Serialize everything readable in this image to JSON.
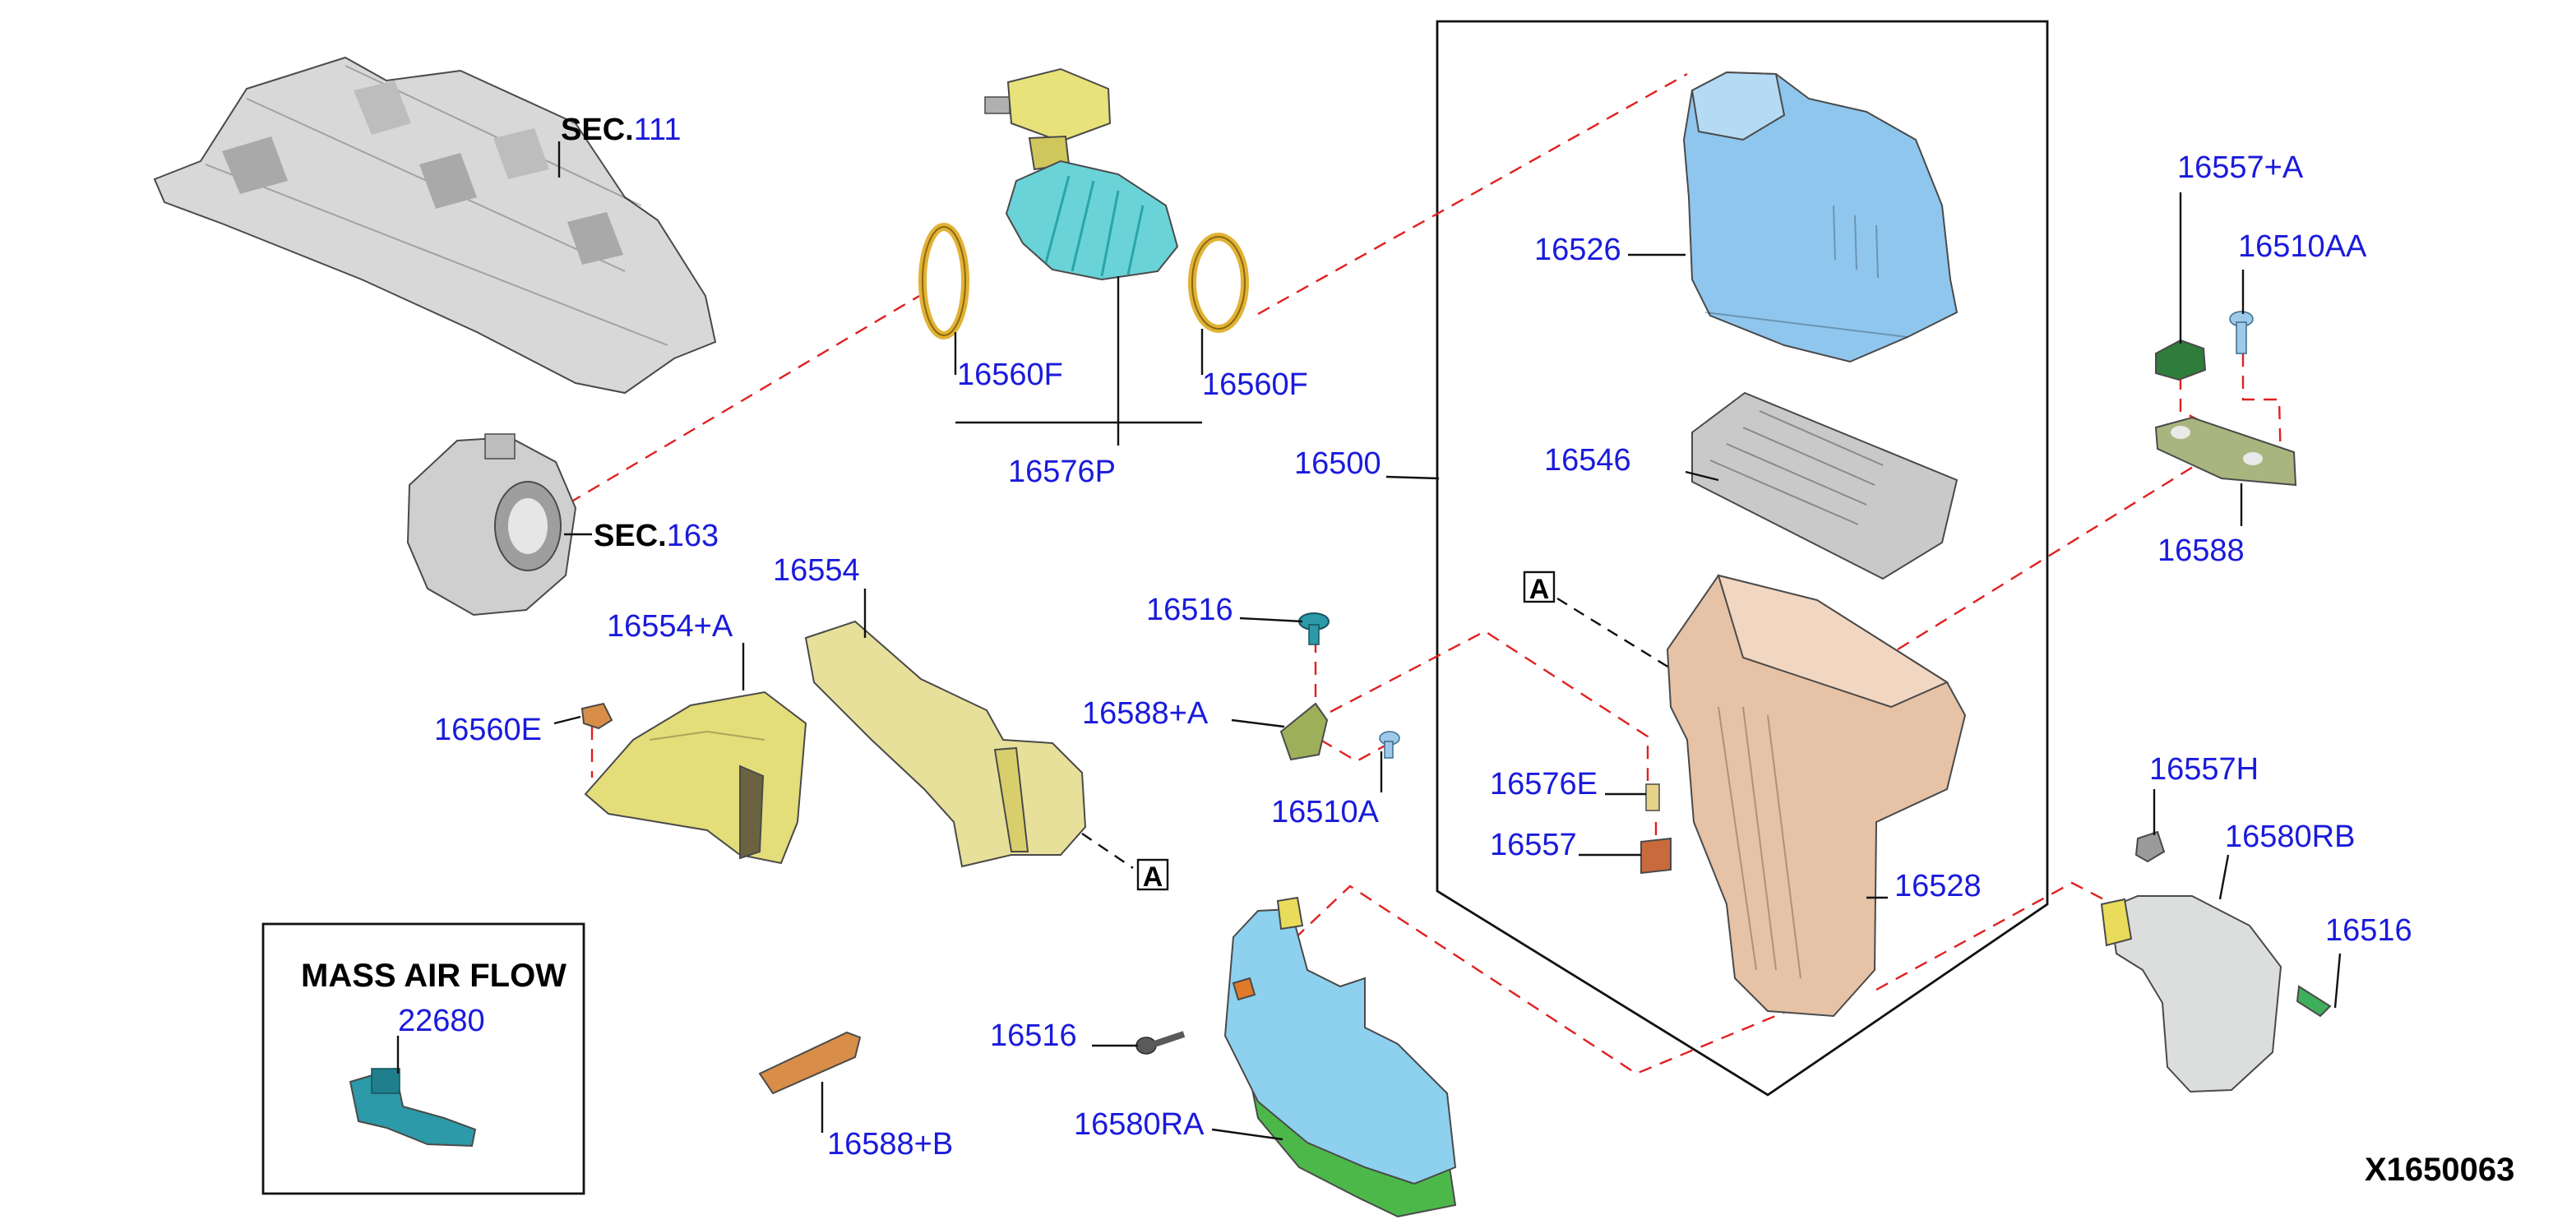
{
  "diagram_id": "X1650063",
  "references": [
    {
      "prefix": "SEC.",
      "number": "111"
    },
    {
      "prefix": "SEC.",
      "number": "163"
    }
  ],
  "callout_letter": "A",
  "inset": {
    "title": "MASS AIR FLOW",
    "part": "22680"
  },
  "parts": {
    "p16560F_left": "16560F",
    "p16560F_right": "16560F",
    "p16576P": "16576P",
    "p16526": "16526",
    "p16546": "16546",
    "p16500": "16500",
    "p16528": "16528",
    "p16576E": "16576E",
    "p16557": "16557",
    "p16554": "16554",
    "p16554A": "16554+A",
    "p16560E": "16560E",
    "p16516_top": "16516",
    "p16588A": "16588+A",
    "p16510A": "16510A",
    "p16557A": "16557+A",
    "p16510AA": "16510AA",
    "p16588": "16588",
    "p16557H": "16557H",
    "p16580RB": "16580RB",
    "p16516_right": "16516",
    "p16516_bottom": "16516",
    "p16580RA": "16580RA",
    "p16588B": "16588+B"
  },
  "colors": {
    "part_number_text": "#1a1adc",
    "phantom_line": "#e02020",
    "engine_cover": "#d8d8d8",
    "air_cleaner_cover": "#8fc6ee",
    "filter_element": "#c9c9c9",
    "air_cleaner_case": "#e6c2a6",
    "duct_yellow": "#e3dd7a",
    "clamp": "#e2b236",
    "hose_cyan": "#69d3d8",
    "resonator_blue": "#8dd1ee",
    "resonator_green": "#4cb84a",
    "maf_sensor": "#2c9aa8",
    "bracket_orange": "#d88d48",
    "resonator_grey": "#dcdede"
  }
}
